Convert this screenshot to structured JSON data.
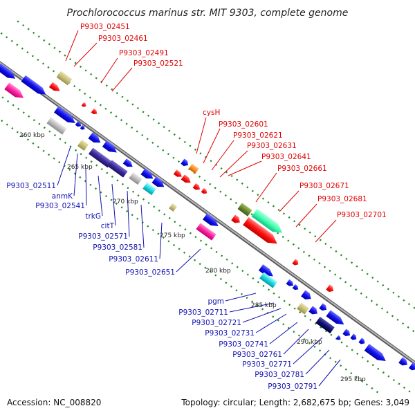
{
  "title": "Prochlorococcus marinus str. MIT 9303, complete genome",
  "footer": {
    "accession": "Accession: NC_008820",
    "topology": "Topology: circular; Length: 2,682,675 bp; Genes: 3,049"
  },
  "scale_labels": [
    "260 kbp",
    "265 kbp",
    "270 kbp",
    "275 kbp",
    "280 kbp",
    "285 kbp",
    "290 kbp",
    "295 kbp"
  ],
  "forward_labels": [
    "P9303_02451",
    "P9303_02461",
    "P9303_02491",
    "P9303_02521",
    "cysH",
    "P9303_02601",
    "P9303_02621",
    "P9303_02631",
    "P9303_02641",
    "P9303_02661",
    "P9303_02671",
    "P9303_02681",
    "P9303_02701"
  ],
  "reverse_labels": [
    "P9303_02511",
    "anmK",
    "P9303_02541",
    "trkG",
    "citT",
    "P9303_02571",
    "P9303_02581",
    "P9303_02611",
    "P9303_02651",
    "pgm",
    "P9303_02711",
    "P9303_02721",
    "P9303_02731",
    "P9303_02741",
    "P9303_02761",
    "P9303_02771",
    "P9303_02781",
    "P9303_02791"
  ],
  "colors": {
    "backbone": "#8a8a8a",
    "forward_label": "#e00000",
    "reverse_label": "#1010b0",
    "tick": "#2a8a2a",
    "gene_red": "#ff1010",
    "gene_blue": "#1010ee",
    "gene_pink": "#ff20a0",
    "gene_olive": "#c8c078",
    "gene_gray": "#bcbcbc",
    "gene_purple": "#3a2a9a",
    "gene_cyan": "#20d8e0",
    "gene_green": "#40ffb0",
    "gene_darkolive": "#6a8a30",
    "gene_orange": "#ff9020",
    "gene_navy": "#101070"
  }
}
